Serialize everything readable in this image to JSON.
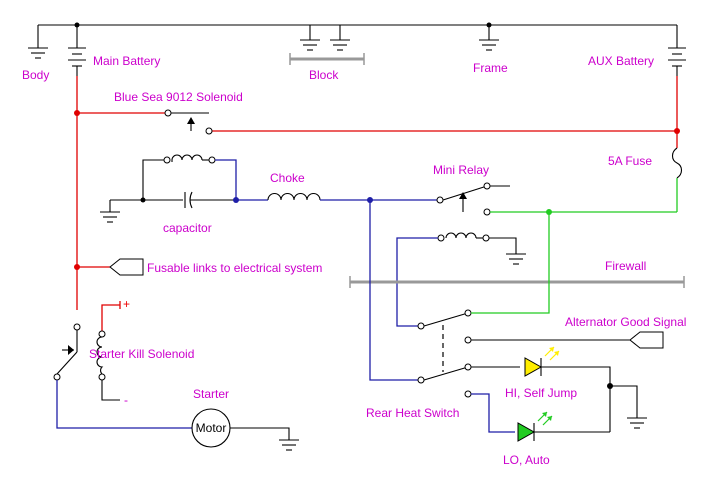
{
  "labels": {
    "body": "Body",
    "main_battery": "Main Battery",
    "block": "Block",
    "frame": "Frame",
    "aux_battery": "AUX Battery",
    "blue_sea_solenoid": "Blue Sea 9012 Solenoid",
    "fuse": "5A Fuse",
    "choke": "Choke",
    "mini_relay": "Mini Relay",
    "capacitor": "capacitor",
    "fusable_links": "Fusable links to electrical system",
    "firewall": "Firewall",
    "alternator_signal": "Alternator Good Signal",
    "starter_kill": "Starter Kill Solenoid",
    "hi_led": "HI, Self Jump",
    "starter": "Starter",
    "motor": "Motor",
    "rear_heat_switch": "Rear Heat Switch",
    "lo_led": "LO, Auto",
    "plus": "+",
    "minus": "-"
  },
  "colors": {
    "label_text": "#cc00cc",
    "battery_wire": "#e00000",
    "signal_wire": "#1f1fa8",
    "aux_wire": "#22cc22",
    "hi_led": "#ffee00",
    "lo_led": "#22cc22",
    "firewall": "#999999"
  }
}
